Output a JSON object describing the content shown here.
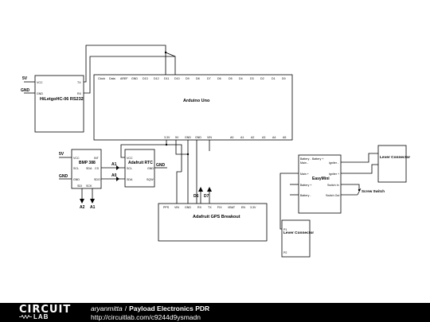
{
  "components": {
    "hc06": {
      "title": "HiLetgoHC-06 RS232",
      "pins": [
        "VCC",
        "GND",
        "TX",
        "RX"
      ]
    },
    "arduino": {
      "title": "Arduino Uno",
      "top_pins": [
        "Clock",
        "Data",
        "AREF",
        "GND",
        "D13",
        "D12",
        "D11",
        "D10",
        "D9",
        "D8",
        "D7",
        "D6",
        "D5",
        "D4",
        "D3",
        "D2",
        "D1",
        "D0"
      ],
      "bottom_pins": [
        "3.3V",
        "5V",
        "GND",
        "GND",
        "VIN",
        "A0",
        "A1",
        "A2",
        "A3",
        "A4",
        "A5"
      ]
    },
    "bmp": {
      "title": "BMP 388",
      "pins": [
        "VCC",
        "GND",
        "INT",
        "CS",
        "SDI",
        "SCK",
        "SDO",
        "SCL",
        "SDA"
      ]
    },
    "rtc": {
      "title": "Adafruit RTC",
      "pins": [
        "VCC",
        "SCL",
        "SDA",
        "GND",
        "SQW"
      ]
    },
    "gps": {
      "title": "Adafruit GPS Breakout",
      "pins": [
        "PPS",
        "VIN",
        "GND",
        "RX",
        "TX",
        "FIX",
        "VBAT",
        "EN",
        "3.3V"
      ]
    },
    "easymini": {
      "title": "EasyMini",
      "pins": [
        "Battery -",
        "Battery +",
        "Main -",
        "Main +",
        "Igniter -",
        "Igniter +",
        "Battery +",
        "Battery -",
        "Switch In",
        "Switch Out"
      ]
    },
    "lever1": {
      "title": "Lever Connector"
    },
    "lever2": {
      "title": "Lever Connector",
      "pins": [
        "P1",
        "P2"
      ]
    },
    "screw": {
      "title": "Screw Switch"
    }
  },
  "nets": {
    "v5_hc06": "5V",
    "gnd_hc06": "GND",
    "v5_bmp": "5V",
    "gnd_bmp": "GND",
    "a1_net": "A1",
    "a0_net": "A0",
    "gnd_rtc": "GND",
    "a2_out": "A2",
    "a1_out": "A1",
    "d6": "D6",
    "d7": "D7"
  },
  "footer": {
    "logo_top": "CIRCUIT",
    "logo_bottom": "LAB",
    "author": "aryanmitta",
    "separator": "/",
    "title": "Payload Electronics PDR",
    "url": "http://circuitlab.com/c9244d9ysmadn"
  },
  "colors": {
    "stroke": "#000000",
    "footer_bg": "#000000",
    "footer_text": "#ffffff"
  }
}
